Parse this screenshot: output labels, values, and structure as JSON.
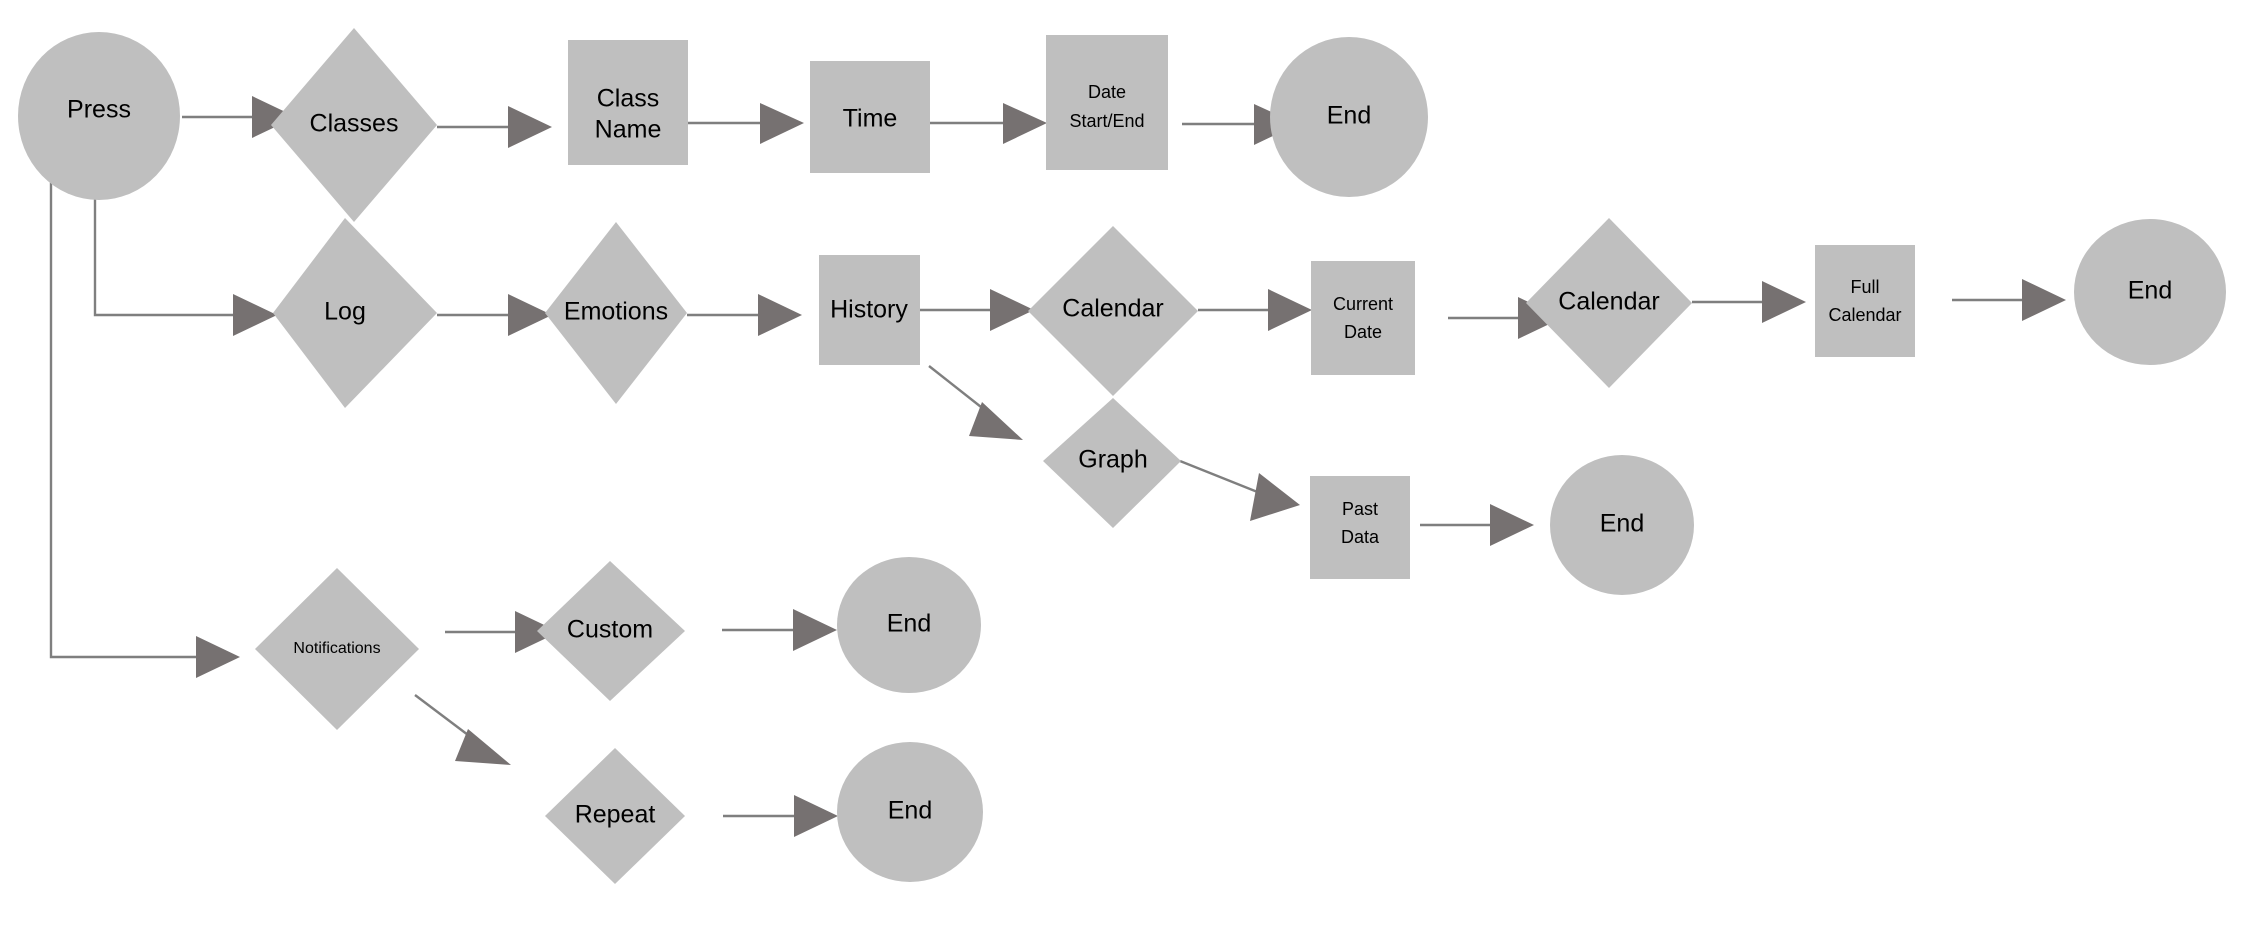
{
  "diagram": {
    "title": "App Navigation Flowchart",
    "background_color": "#ffffff",
    "node_fill_color": "#bfbfbf",
    "edge_line_color": "#7f7f7f",
    "arrowhead_color": "#767171",
    "label_color": "#000000"
  },
  "nodes": [
    {
      "id": "press",
      "label": "Press",
      "shape": "ellipse"
    },
    {
      "id": "classes",
      "label": "Classes",
      "shape": "diamond"
    },
    {
      "id": "class_name",
      "label": "Class\nName",
      "shape": "rect"
    },
    {
      "id": "time",
      "label": "Time",
      "shape": "rect"
    },
    {
      "id": "date_start_end",
      "label": "Date\nStart/End",
      "shape": "rect"
    },
    {
      "id": "end_classes",
      "label": "End",
      "shape": "ellipse"
    },
    {
      "id": "log",
      "label": "Log",
      "shape": "diamond"
    },
    {
      "id": "emotions",
      "label": "Emotions",
      "shape": "diamond"
    },
    {
      "id": "history",
      "label": "History",
      "shape": "rect"
    },
    {
      "id": "calendar_1",
      "label": "Calendar",
      "shape": "diamond"
    },
    {
      "id": "current_date",
      "label": "Current\nDate",
      "shape": "rect"
    },
    {
      "id": "calendar_2",
      "label": "Calendar",
      "shape": "diamond"
    },
    {
      "id": "full_calendar",
      "label": "Full\nCalendar",
      "shape": "rect"
    },
    {
      "id": "end_calendar",
      "label": "End",
      "shape": "ellipse"
    },
    {
      "id": "graph",
      "label": "Graph",
      "shape": "diamond"
    },
    {
      "id": "past_data",
      "label": "Past\nData",
      "shape": "rect"
    },
    {
      "id": "end_graph",
      "label": "End",
      "shape": "ellipse"
    },
    {
      "id": "notifications",
      "label": "Notifications",
      "shape": "diamond"
    },
    {
      "id": "custom",
      "label": "Custom",
      "shape": "diamond"
    },
    {
      "id": "end_custom",
      "label": "End",
      "shape": "ellipse"
    },
    {
      "id": "repeat",
      "label": "Repeat",
      "shape": "diamond"
    },
    {
      "id": "end_repeat",
      "label": "End",
      "shape": "ellipse"
    }
  ],
  "edges": [
    {
      "from": "press",
      "to": "classes",
      "style": "straight"
    },
    {
      "from": "classes",
      "to": "class_name",
      "style": "straight"
    },
    {
      "from": "class_name",
      "to": "time",
      "style": "straight"
    },
    {
      "from": "time",
      "to": "date_start_end",
      "style": "straight"
    },
    {
      "from": "date_start_end",
      "to": "end_classes",
      "style": "straight"
    },
    {
      "from": "press",
      "to": "log",
      "style": "elbow"
    },
    {
      "from": "log",
      "to": "emotions",
      "style": "straight"
    },
    {
      "from": "emotions",
      "to": "history",
      "style": "straight"
    },
    {
      "from": "history",
      "to": "calendar_1",
      "style": "straight"
    },
    {
      "from": "calendar_1",
      "to": "current_date",
      "style": "straight"
    },
    {
      "from": "current_date",
      "to": "calendar_2",
      "style": "straight"
    },
    {
      "from": "calendar_2",
      "to": "full_calendar",
      "style": "straight"
    },
    {
      "from": "full_calendar",
      "to": "end_calendar",
      "style": "straight"
    },
    {
      "from": "history",
      "to": "graph",
      "style": "diagonal"
    },
    {
      "from": "graph",
      "to": "past_data",
      "style": "diagonal"
    },
    {
      "from": "past_data",
      "to": "end_graph",
      "style": "straight"
    },
    {
      "from": "press",
      "to": "notifications",
      "style": "elbow"
    },
    {
      "from": "notifications",
      "to": "custom",
      "style": "straight"
    },
    {
      "from": "custom",
      "to": "end_custom",
      "style": "straight"
    },
    {
      "from": "notifications",
      "to": "repeat",
      "style": "diagonal"
    },
    {
      "from": "repeat",
      "to": "end_repeat",
      "style": "straight"
    }
  ],
  "labels": {
    "press": "Press",
    "classes": "Classes",
    "class_name_line1": "Class",
    "class_name_line2": "Name",
    "time": "Time",
    "date_line1": "Date",
    "date_line2": "Start/End",
    "end_classes": "End",
    "log": "Log",
    "emotions": "Emotions",
    "history": "History",
    "calendar_1": "Calendar",
    "current_date_line1": "Current",
    "current_date_line2": "Date",
    "calendar_2": "Calendar",
    "full_calendar_line1": "Full",
    "full_calendar_line2": "Calendar",
    "end_calendar": "End",
    "graph": "Graph",
    "past_data_line1": "Past",
    "past_data_line2": "Data",
    "end_graph": "End",
    "notifications": "Notifications",
    "custom": "Custom",
    "end_custom": "End",
    "repeat": "Repeat",
    "end_repeat": "End"
  }
}
